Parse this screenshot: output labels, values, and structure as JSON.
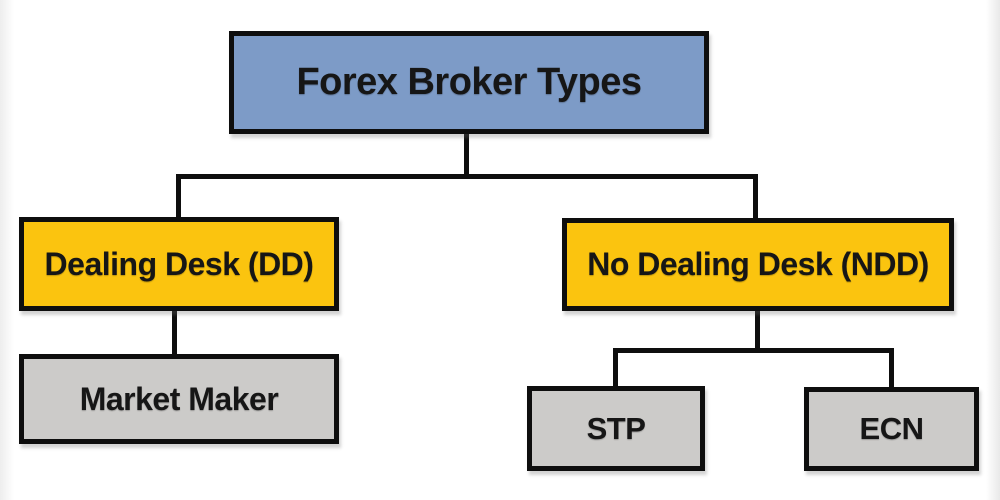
{
  "diagram": {
    "type": "tree",
    "title": "Forex Broker Types",
    "nodes": {
      "root": {
        "label": "Forex Broker Types"
      },
      "dd": {
        "label": "Dealing Desk (DD)"
      },
      "ndd": {
        "label": "No Dealing Desk (NDD)"
      },
      "market_maker": {
        "label": "Market Maker"
      },
      "stp": {
        "label": "STP"
      },
      "ecn": {
        "label": "ECN"
      }
    },
    "edges": [
      {
        "from": "root",
        "to": "dd"
      },
      {
        "from": "root",
        "to": "ndd"
      },
      {
        "from": "dd",
        "to": "market_maker"
      },
      {
        "from": "ndd",
        "to": "stp"
      },
      {
        "from": "ndd",
        "to": "ecn"
      }
    ],
    "colors": {
      "root_fill": "#7d9bc7",
      "branch_fill": "#fbc40f",
      "leaf_fill": "#cccbc9",
      "border": "#0e0e0e",
      "connector": "#0e0e0e",
      "text": "#161616",
      "background": "#ffffff"
    }
  }
}
